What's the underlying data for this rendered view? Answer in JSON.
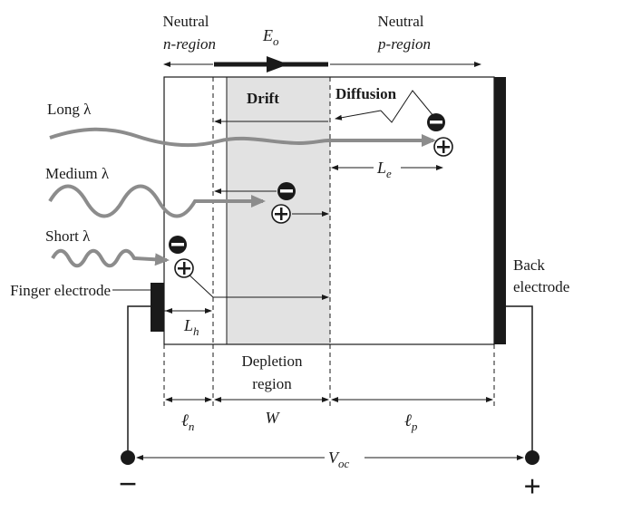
{
  "labels": {
    "neutral_n_1": "Neutral",
    "neutral_n_2": "n-region",
    "field": "E",
    "field_sub": "o",
    "neutral_p_1": "Neutral",
    "neutral_p_2": "p-region",
    "drift": "Drift",
    "diffusion": "Diffusion",
    "long": "Long λ",
    "medium": "Medium λ",
    "short": "Short λ",
    "le": "L",
    "le_sub": "e",
    "lh": "L",
    "lh_sub": "h",
    "finger": "Finger electrode",
    "back_1": "Back",
    "back_2": "electrode",
    "depletion_1": "Depletion",
    "depletion_2": "region",
    "ln": "ℓ",
    "ln_sub": "n",
    "w": "W",
    "lp": "ℓ",
    "lp_sub": "p",
    "voc": "V",
    "voc_sub": "oc",
    "minus": "−",
    "plus": "+"
  },
  "colors": {
    "line": "#1a1a1a",
    "ray": "#8c8c8c",
    "depletion_fill": "#e2e2e2",
    "electrode": "#1a1a1a",
    "electron": "#1a1a1a",
    "hole_fill": "#ffffff"
  }
}
